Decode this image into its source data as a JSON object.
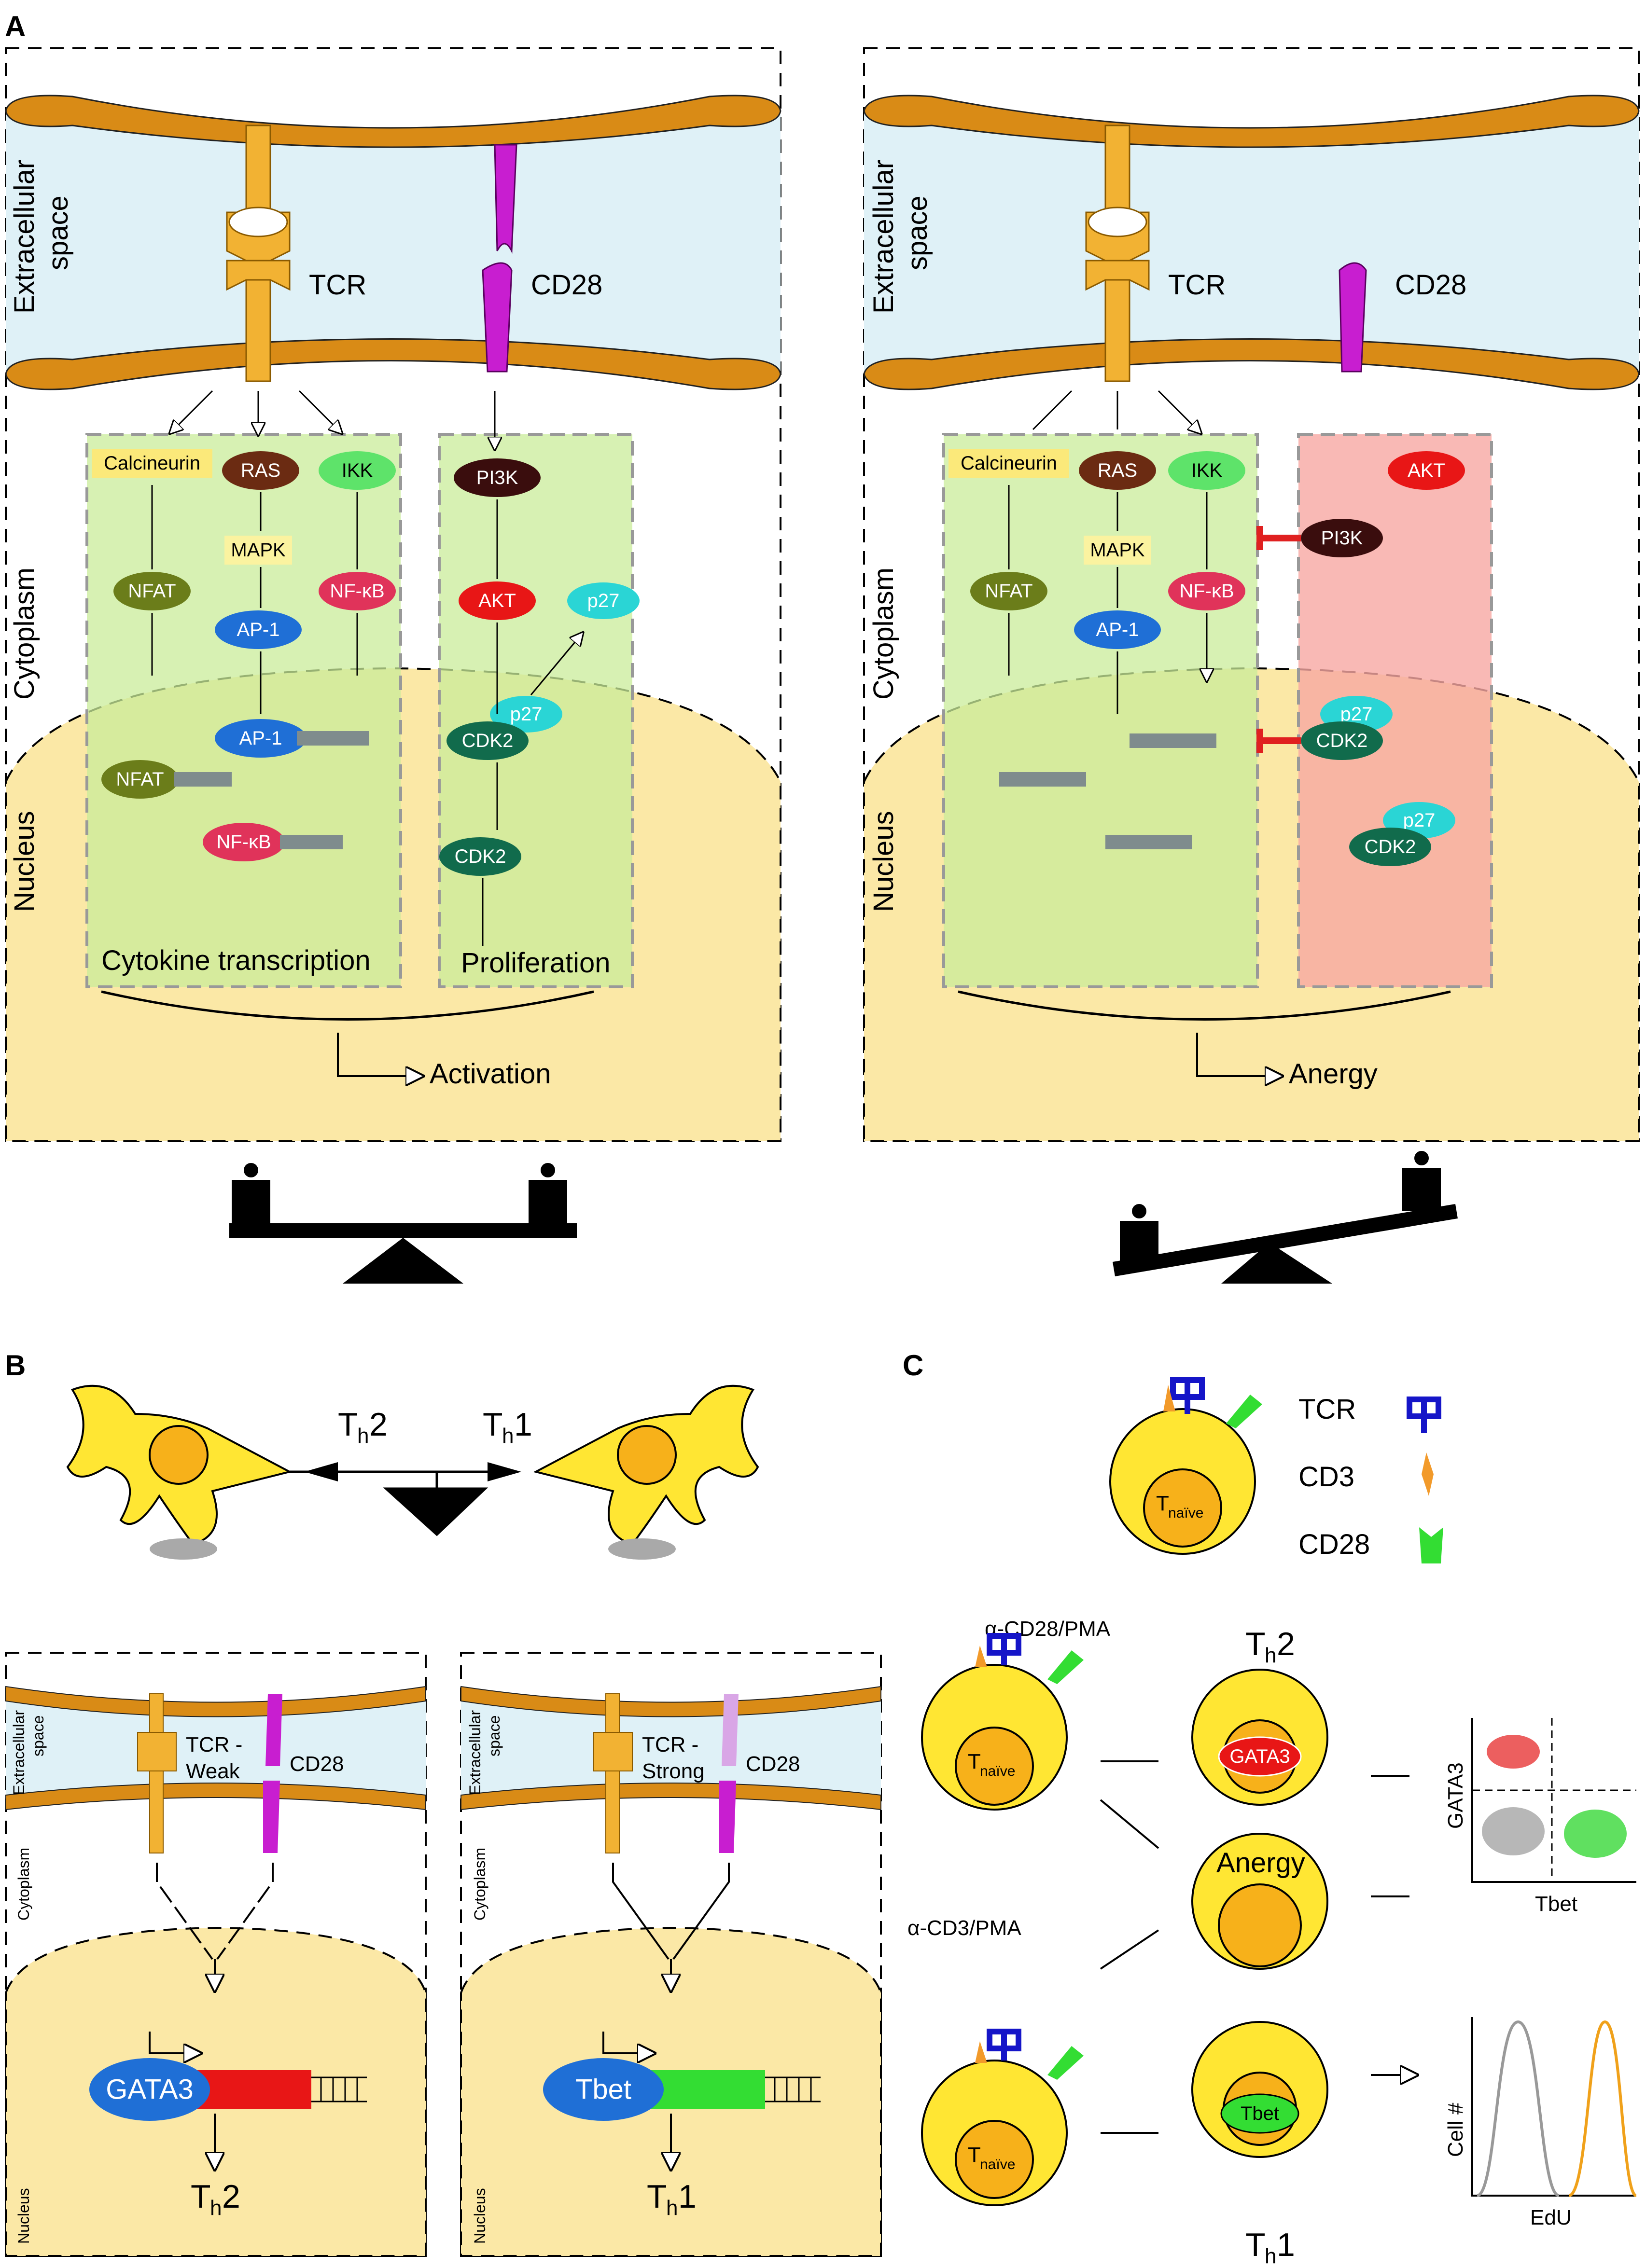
{
  "panels": {
    "a": "A",
    "b": "B",
    "c": "C"
  },
  "compartments": {
    "extracellular": [
      "Extracellular",
      "space"
    ],
    "cytoplasm": "Cytoplasm",
    "nucleus": "Nucleus"
  },
  "receptors": {
    "tcr": "TCR",
    "cd28": "CD28"
  },
  "molecules": {
    "calcineurin": "Calcineurin",
    "ras": "RAS",
    "ikk": "IKK",
    "pi3k": "PI3K",
    "mapk": "MAPK",
    "nfat": "NFAT",
    "ap1": "AP-1",
    "nfkb": "NF-κB",
    "akt": "AKT",
    "p27": "p27",
    "cdk2": "CDK2"
  },
  "panel_a": {
    "cytokine_transcription": "Cytokine transcription",
    "proliferation": "Proliferation",
    "activation": "Activation",
    "anergy": "Anergy"
  },
  "panel_b": {
    "th2_main": "T",
    "th2_sub": "h",
    "th2_num": "2",
    "th1_main": "T",
    "th1_sub": "h",
    "th1_num": "1",
    "extracellular": [
      "Extracellular",
      "space"
    ],
    "cytoplasm": "Cytoplasm",
    "nucleus": "Nucleus",
    "tcr_weak": [
      "TCR -",
      "Weak"
    ],
    "tcr_strong": [
      "TCR -",
      "Strong"
    ],
    "cd28": "CD28",
    "gata3": "GATA3",
    "tbet": "Tbet"
  },
  "panel_c": {
    "legend": [
      "TCR",
      "CD3",
      "CD28"
    ],
    "tnaive_main": "T",
    "tnaive_sub": "naïve",
    "anti_cd28_pma": "α-CD28/PMA",
    "anti_cd3_pma": "α-CD3/PMA",
    "anergy": "Anergy",
    "gata3": "GATA3",
    "tbet": "Tbet",
    "plot1_y": "GATA3",
    "plot1_x": "Tbet",
    "plot2_y": "Cell #",
    "plot2_x": "EdU"
  },
  "colors": {
    "membrane": "#d98b16",
    "extracellular": "#dff1f7",
    "nucleus": "#fbe8a6",
    "signal_box": "#c9ec9a",
    "anergy_box": "#f7a7a3",
    "tcr": "#f2b233",
    "cd28": "#c81ed0",
    "cell_yellow": "#ffe633",
    "cell_nucleus": "#f7b11a"
  }
}
